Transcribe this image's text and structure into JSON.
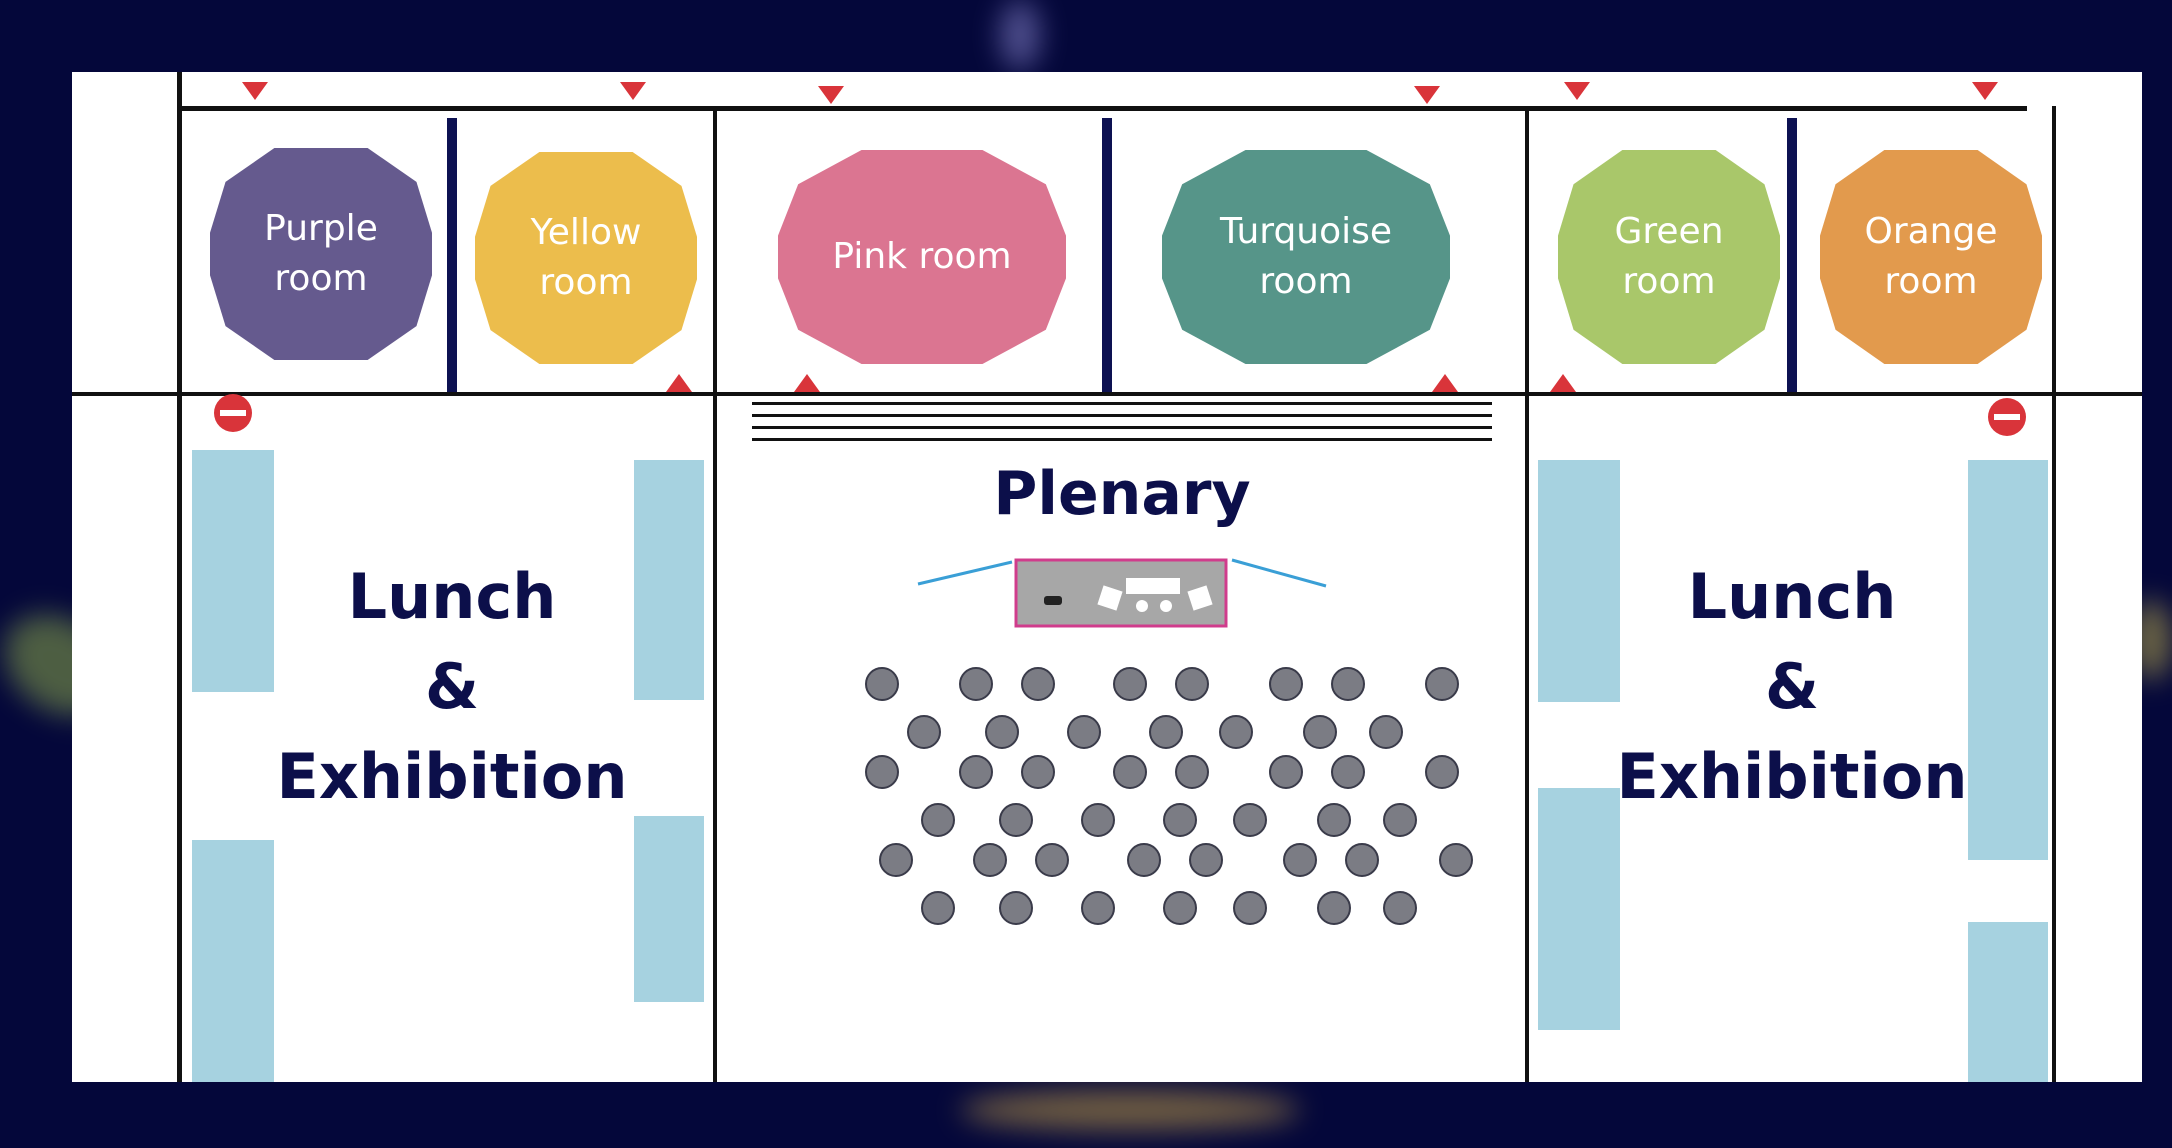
{
  "colors": {
    "background": "#04073a",
    "plan": "#ffffff",
    "label_dark": "#0c0f4a",
    "exhibition_table": "#a6d2e0",
    "exit_marker": "#d9343a",
    "seat": "#7b7c84"
  },
  "rooms": [
    {
      "label": "Purple\nroom",
      "color": "#655a8e"
    },
    {
      "label": "Yellow\nroom",
      "color": "#ecbd4c"
    },
    {
      "label": "Pink room",
      "color": "#db7591"
    },
    {
      "label": "Turquoise\nroom",
      "color": "#569589"
    },
    {
      "label": "Green\nroom",
      "color": "#a9c76a"
    },
    {
      "label": "Orange\nroom",
      "color": "#e29a4d"
    }
  ],
  "halls": {
    "lunch_left": "Lunch\n&\nExhibition",
    "plenary": "Plenary",
    "lunch_right": "Lunch\n&\nExhibition"
  },
  "icons": {
    "exit_arrow": "exit-arrow-icon",
    "no_entry": "no-entry-icon",
    "stage": "stage-icon"
  }
}
